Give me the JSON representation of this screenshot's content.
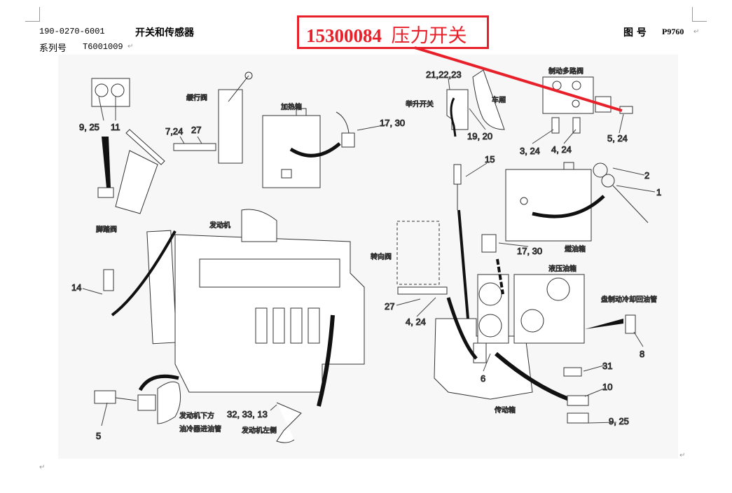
{
  "header": {
    "doc_number": "190-0270-6001",
    "title": "开关和传感器",
    "series_label": "系列号",
    "series_value": "T6001009",
    "figure_label": "图 号",
    "figure_value": "P9760",
    "para_mark": "↵"
  },
  "callout": {
    "part_number": "15300084",
    "part_name": "压力开关",
    "color": "#e8202a"
  },
  "diagram": {
    "labels": {
      "l_9_25_a": "9, 25",
      "l_11": "11",
      "l_slow_valve": "缓行阀",
      "l_7_24": "7,24",
      "l_27_a": "27",
      "l_heater": "加热箱",
      "l_17_30_a": "17, 30",
      "l_21_22_23": "21,22,23",
      "l_lift_switch": "举升开关",
      "l_body": "车厢",
      "l_19_20": "19, 20",
      "l_brake_valve": "制动多路阀",
      "l_3_24": "3, 24",
      "l_4_24_a": "4, 24",
      "l_5_24": "5, 24",
      "l_15": "15",
      "l_2": "2",
      "l_1": "1",
      "l_foot_valve": "脚踏阀",
      "l_engine": "发动机",
      "l_17_30_b": "17, 30",
      "l_fuel_tank": "燃油箱",
      "l_steer_valve": "转向阀",
      "l_hyd_tank": "液压油箱",
      "l_14": "14",
      "l_disc_brake": "盘制动冷却回油管",
      "l_27_b": "27",
      "l_4_24_b": "4, 24",
      "l_8": "8",
      "l_6": "6",
      "l_31": "31",
      "l_10": "10",
      "l_9_25_b": "9, 25",
      "l_transmission": "传动箱",
      "l_5": "5",
      "l_engine_below": "发动机下方",
      "l_oil_cooler": "油冷器进油管",
      "l_32_33_13": "32, 33, 13",
      "l_engine_left": "发动机左侧"
    }
  }
}
